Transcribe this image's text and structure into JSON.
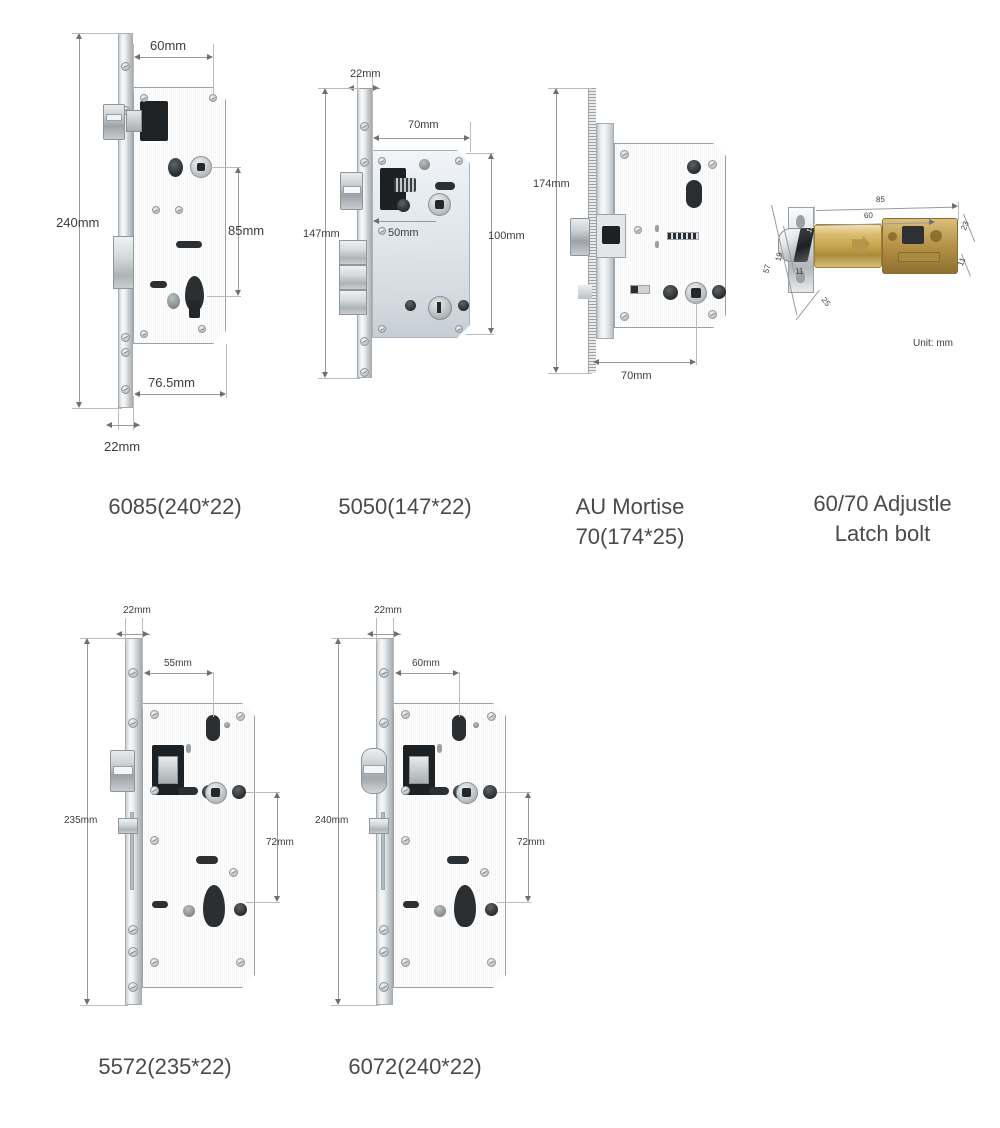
{
  "sheet": {
    "unit_note": "Unit: mm",
    "background": "#ffffff",
    "text_color": "#3c3c3c",
    "line_color": "#9a9a9a"
  },
  "products": [
    {
      "id": "6085",
      "caption": "6085(240*22)",
      "dimensions": {
        "backset_top": "60mm",
        "overall_length": "240mm",
        "centre_distance": "85mm",
        "case_depth": "76.5mm",
        "faceplate_width": "22mm"
      }
    },
    {
      "id": "5050",
      "caption": "5050(147*22)",
      "dimensions": {
        "faceplate_width": "22mm",
        "case_depth": "70mm",
        "overall_length": "147mm",
        "backset": "50mm",
        "case_height": "100mm"
      }
    },
    {
      "id": "au-mortise-70",
      "caption": "AU Mortise\n70(174*25)",
      "dimensions": {
        "overall_length": "174mm",
        "backset": "70mm"
      }
    },
    {
      "id": "latch-bolt-6070",
      "caption": "60/70 Adjustle\nLatch bolt",
      "dimensions": {
        "total_length": "85",
        "backset": "60",
        "faceplate_length": "57",
        "bolt_height": "19",
        "bolt_width": "11",
        "faceplate_width": "25",
        "case_height": "23",
        "case_width": "11",
        "bolt_mark": "14"
      }
    },
    {
      "id": "5572",
      "caption": "5572(235*22)",
      "dimensions": {
        "faceplate_width": "22mm",
        "backset": "55mm",
        "overall_length": "235mm",
        "centre_distance": "72mm"
      }
    },
    {
      "id": "6072",
      "caption": "6072(240*22)",
      "dimensions": {
        "faceplate_width": "22mm",
        "backset": "60mm",
        "overall_length": "240mm",
        "centre_distance": "72mm"
      }
    }
  ]
}
